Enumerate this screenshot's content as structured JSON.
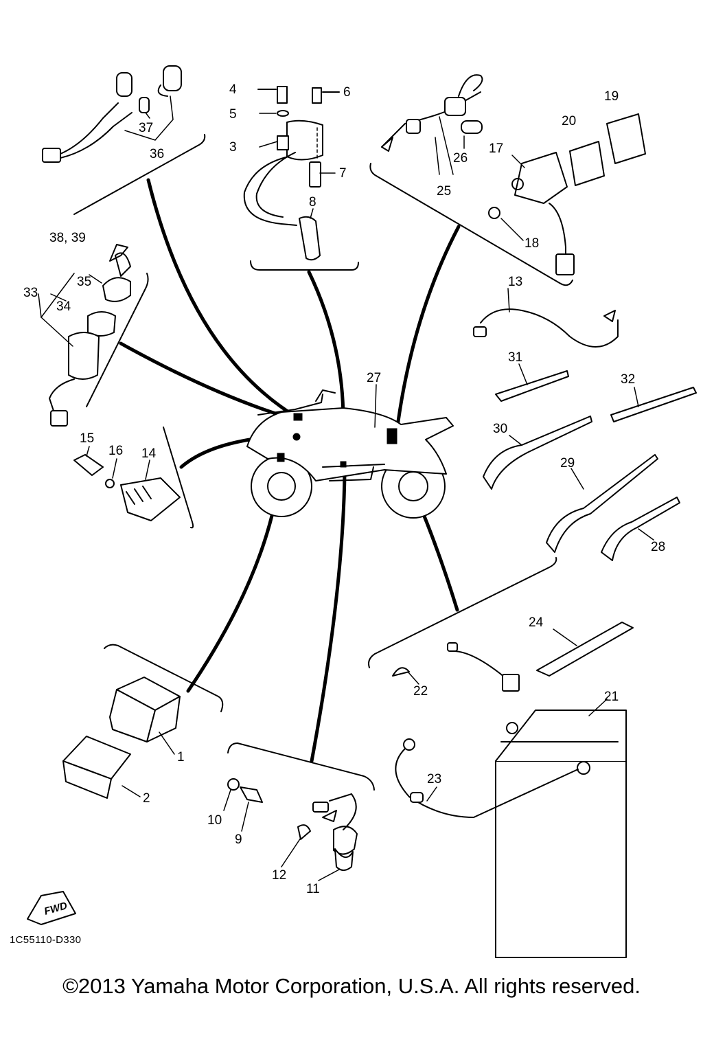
{
  "diagram": {
    "callouts": [
      "1",
      "2",
      "3",
      "4",
      "5",
      "6",
      "7",
      "8",
      "9",
      "10",
      "11",
      "12",
      "13",
      "14",
      "15",
      "16",
      "17",
      "18",
      "19",
      "20",
      "21",
      "22",
      "23",
      "24",
      "25",
      "26",
      "27",
      "28",
      "29",
      "30",
      "31",
      "32",
      "33",
      "34",
      "35",
      "36",
      "37",
      "38, 39"
    ],
    "direction_tag": "FWD",
    "drawing_code": "1C55110-D330"
  },
  "footer": {
    "copyright": "©2013 Yamaha Motor Corporation, U.S.A. All rights reserved."
  }
}
